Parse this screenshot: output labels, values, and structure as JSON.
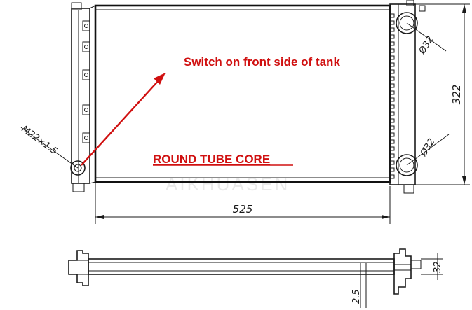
{
  "annotations": {
    "switch_note": "Switch on front side of tank",
    "core_type": "ROUND TUBE CORE",
    "watermark": "AIKHUASEN"
  },
  "dimensions": {
    "width": "525",
    "height": "322",
    "upper_port_diameter": "Ø32",
    "lower_port_diameter": "Ø32",
    "thread": "M22×1.5",
    "core_thickness": "32",
    "offset": "2.5"
  },
  "colors": {
    "annotation": "#d01010",
    "line": "#1a1a1a"
  }
}
